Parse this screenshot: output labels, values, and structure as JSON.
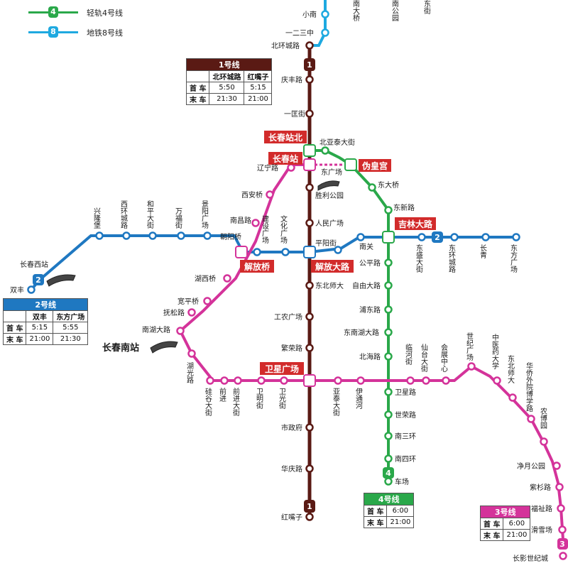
{
  "legend": [
    {
      "badge": "4",
      "text": "轻轨4号线",
      "color": "#2aa84a"
    },
    {
      "badge": "8",
      "text": "地铁8号线",
      "color": "#1ea9e0"
    }
  ],
  "colors": {
    "line1": "#5a1a14",
    "line2": "#1f78c1",
    "line3": "#d4339a",
    "line4": "#2aa84a",
    "line8": "#1ea9e0",
    "hub": "#d22b2b"
  },
  "timetables": {
    "line1": {
      "title": "1号线",
      "col1": "北环城路",
      "col2": "红嘴子",
      "first_label": "首 车",
      "last_label": "末 车",
      "first1": "5:50",
      "first2": "5:15",
      "last1": "21:30",
      "last2": "21:00"
    },
    "line2": {
      "title": "2号线",
      "col1": "双丰",
      "col2": "东方广场",
      "first_label": "首 车",
      "last_label": "末 车",
      "first1": "5:15",
      "first2": "5:55",
      "last1": "21:00",
      "last2": "21:30"
    },
    "line4": {
      "title": "4号线",
      "first_label": "首 车",
      "last_label": "末 车",
      "first": "6:00",
      "last": "21:00"
    },
    "line3": {
      "title": "3号线",
      "first_label": "首 车",
      "last_label": "末 车",
      "first": "6:00",
      "last": "21:00"
    }
  },
  "hubs": [
    "长春站北",
    "长春站",
    "伪皇宫",
    "吉林大路",
    "解放桥",
    "解放大路",
    "卫星广场"
  ],
  "badges": {
    "line1_top": "1",
    "line1_bottom": "1",
    "line2_west": "2",
    "line2_east": "2",
    "line3_end": "3",
    "line4_end": "4"
  },
  "line1": [
    "北环城路",
    "庆丰路",
    "一匡街",
    "胜利公园",
    "人民广场",
    "平阳街",
    "东北师大",
    "工农广场",
    "繁荣路",
    "市政府",
    "华庆路",
    "红嘴子"
  ],
  "line8": [
    "小南",
    "一二三中"
  ],
  "line2_west": [
    "长春西站",
    "双丰",
    "兴隆堡",
    "西环城路",
    "和平大街",
    "万福街",
    "景阳广场",
    "朝阳桥",
    "建设广场",
    "文化广场"
  ],
  "line2_east": [
    "南关",
    "东盛大街",
    "东环城路",
    "长青",
    "东方广场"
  ],
  "line4": [
    "北亚泰大街",
    "东广场",
    "东大桥",
    "东新路",
    "公平路",
    "自由大路",
    "浦东路",
    "东南湖大路",
    "北海路",
    "卫星路",
    "世荣路",
    "南三环",
    "南四环",
    "车场"
  ],
  "line3": [
    "辽宁路",
    "西安桥",
    "南昌路",
    "湖西桥",
    "宽平桥",
    "抚松路",
    "南湖大路",
    "湖光路",
    "硅谷大街",
    "前进",
    "前进大街",
    "卫明街",
    "卫光街",
    "亚泰大街",
    "伊通河",
    "临河街",
    "仙台大街",
    "会展中心",
    "世纪广场",
    "中医药大学",
    "东北师大",
    "华侨外院博学路",
    "农博园",
    "净月公园",
    "紫杉路",
    "福祉路",
    "滑雪场",
    "长影世纪城"
  ],
  "rail_station": "长春南站",
  "top_fragments": [
    "南大桥",
    "南公园",
    "东街"
  ]
}
